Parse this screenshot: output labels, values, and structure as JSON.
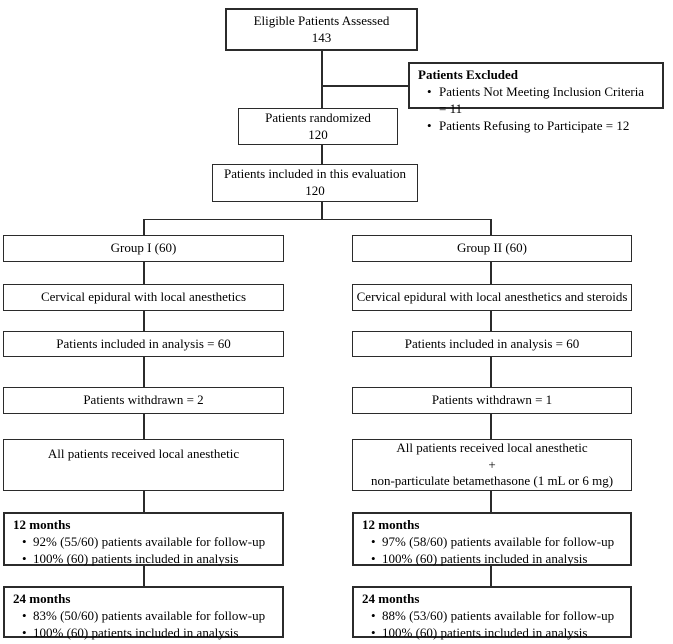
{
  "colors": {
    "border": "#2b2b2b",
    "line": "#2b2b2b",
    "background": "#ffffff",
    "text": "#000000"
  },
  "flow": {
    "eligible": {
      "label": "Eligible Patients Assessed",
      "count": "143"
    },
    "excluded": {
      "title": "Patients Excluded",
      "bullets": [
        "Patients Not Meeting Inclusion Criteria = 11",
        "Patients Refusing to Participate = 12"
      ]
    },
    "randomized": {
      "label": "Patients randomized",
      "count": "120"
    },
    "evaluation": {
      "label": "Patients included in this evaluation",
      "count": "120"
    },
    "group1": {
      "header": "Group I (60)",
      "intervention": "Cervical epidural with local anesthetics",
      "analysis": "Patients included in analysis = 60",
      "withdrawn": "Patients withdrawn = 2",
      "received_line1": "All patients received local anesthetic",
      "months12": {
        "title": "12 months",
        "bullets": [
          "92% (55/60) patients available for follow-up",
          "100% (60) patients included in analysis"
        ]
      },
      "months24": {
        "title": "24 months",
        "bullets": [
          "83% (50/60) patients available for follow-up",
          "100% (60) patients included in analysis"
        ]
      }
    },
    "group2": {
      "header": "Group II (60)",
      "intervention": "Cervical epidural with local anesthetics and steroids",
      "analysis": "Patients included in analysis = 60",
      "withdrawn": "Patients withdrawn = 1",
      "received_line1": "All patients received local anesthetic",
      "received_line2": "+",
      "received_line3": "non-particulate betamethasone (1 mL or 6 mg)",
      "months12": {
        "title": "12 months",
        "bullets": [
          "97% (58/60) patients available for follow-up",
          "100% (60) patients included in analysis"
        ]
      },
      "months24": {
        "title": "24 months",
        "bullets": [
          "88% (53/60) patients available for follow-up",
          "100% (60) patients included in analysis"
        ]
      }
    }
  }
}
